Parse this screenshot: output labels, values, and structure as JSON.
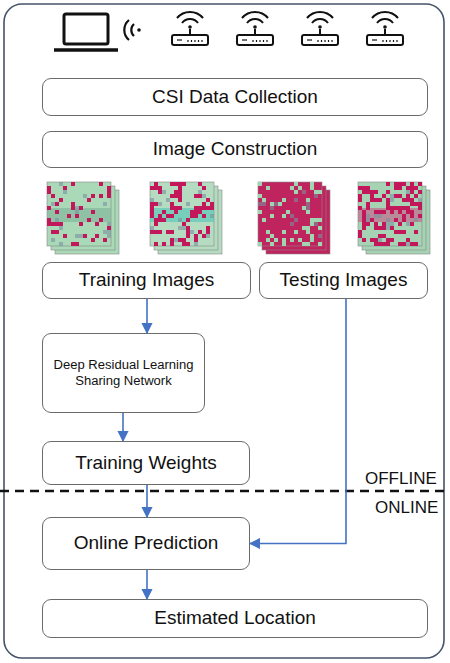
{
  "diagram": {
    "nodes": [
      {
        "text": [
          "CSI Data Collection"
        ]
      },
      {
        "text": [
          "Image Construction"
        ]
      },
      {
        "text": [
          "Training Images"
        ]
      },
      {
        "text": [
          "Testing Images"
        ]
      },
      {
        "text": [
          "Deep Residual Learning Sharing Network"
        ]
      },
      {
        "text": [
          "Training Weights"
        ]
      },
      {
        "text": [
          "Online Prediction"
        ]
      },
      {
        "text": [
          "Estimated Location"
        ]
      }
    ],
    "edges": [
      {
        "from": 2,
        "to": 4,
        "arrow": "to"
      },
      {
        "from": 4,
        "to": 5,
        "arrow": "to"
      },
      {
        "from": 5,
        "to": 6,
        "arrow": "to"
      },
      {
        "from": 3,
        "to": 6,
        "arrow": "to"
      },
      {
        "from": 6,
        "to": 7,
        "arrow": "to"
      }
    ],
    "labels": [
      "OFFLINE",
      "ONLINE"
    ]
  }
}
